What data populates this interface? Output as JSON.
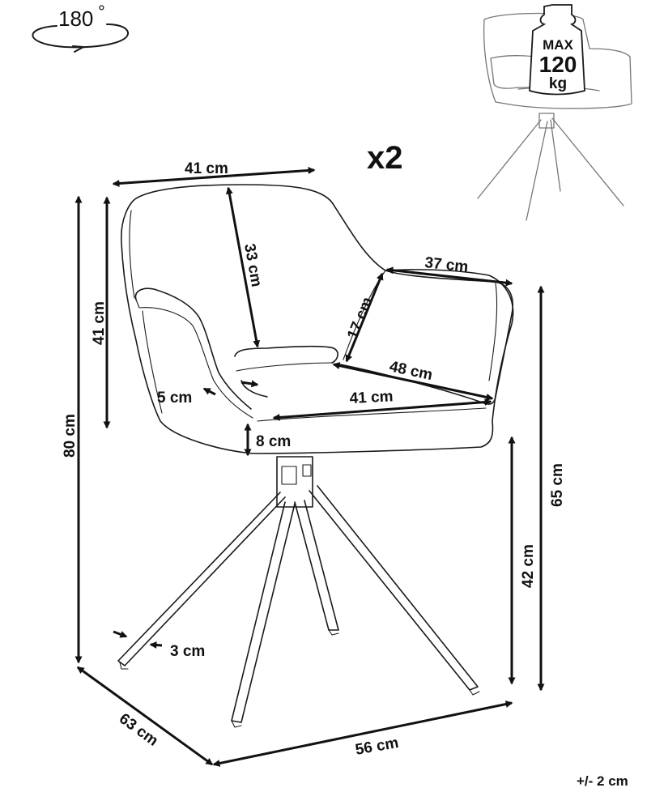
{
  "rotation": {
    "value": "180",
    "unit": "°"
  },
  "quantity": "x2",
  "max_load": {
    "line1": "MAX",
    "line2": "120",
    "line3": "kg"
  },
  "tolerance": "+/- 2 cm",
  "dimensions": {
    "seat_back_width": "41 cm",
    "backrest_height": "33 cm",
    "back_height": "41 cm",
    "total_height": "80 cm",
    "arm_depth": "37 cm",
    "arm_height": "17 cm",
    "seat_depth": "48 cm",
    "seat_width": "41 cm",
    "arm_thickness": "5 cm",
    "seat_thickness": "8 cm",
    "arm_floor_height": "65 cm",
    "seat_floor_height": "42 cm",
    "leg_width": "3 cm",
    "footprint_depth": "63 cm",
    "footprint_width": "56 cm"
  }
}
